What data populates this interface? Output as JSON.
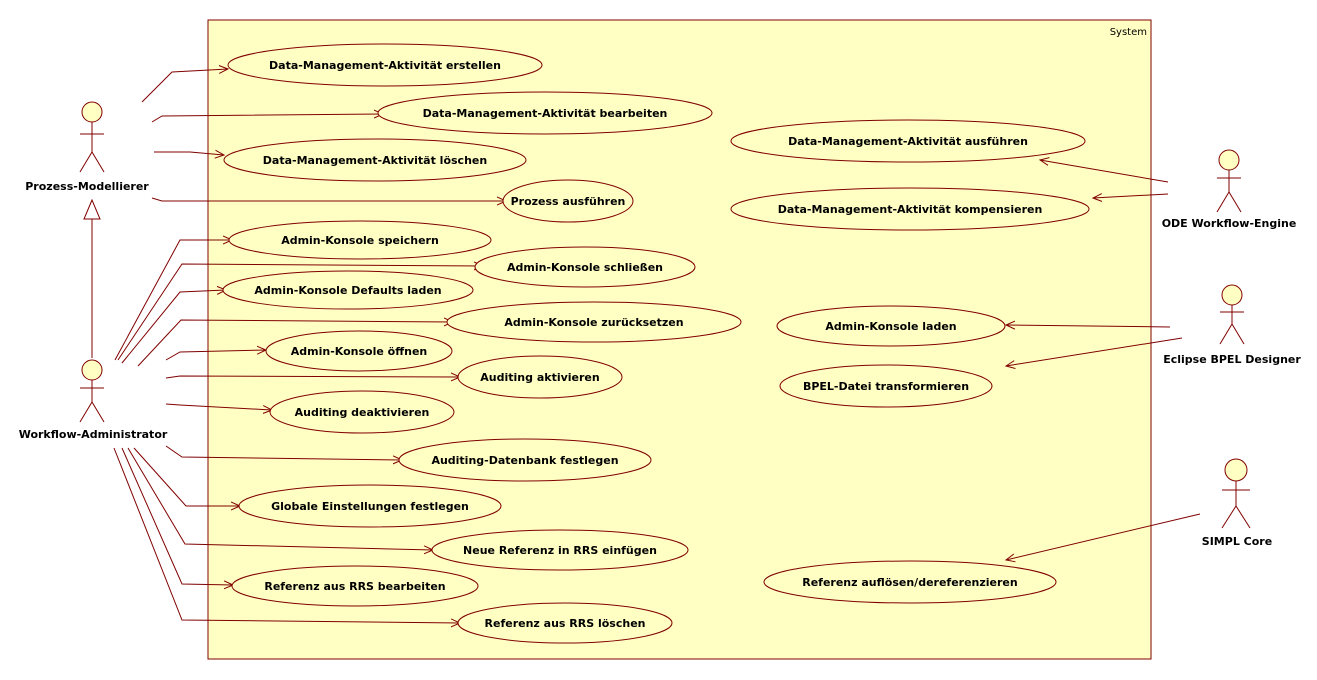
{
  "colors": {
    "boundary_fill": "#ffffc4",
    "stroke": "#800000",
    "actor_head_fill": "#ffffc4",
    "text": "#000000"
  },
  "system": {
    "label": "System"
  },
  "actors": {
    "modeller": {
      "label": "Prozess-Modellierer",
      "icon": "stick-figure-icon"
    },
    "admin": {
      "label": "Workflow-Administrator",
      "icon": "stick-figure-icon"
    },
    "ode": {
      "label": "ODE Workflow-Engine",
      "icon": "stick-figure-icon"
    },
    "eclipse": {
      "label": "Eclipse BPEL Designer",
      "icon": "stick-figure-icon"
    },
    "simpl": {
      "label": "SIMPL Core",
      "icon": "stick-figure-icon"
    }
  },
  "use_cases": {
    "dm_create": "Data-Management-Aktivität erstellen",
    "dm_edit": "Data-Management-Aktivität bearbeiten",
    "dm_delete": "Data-Management-Aktivität löschen",
    "process_run": "Prozess ausführen",
    "ac_save": "Admin-Konsole speichern",
    "ac_close": "Admin-Konsole schließen",
    "ac_defaults": "Admin-Konsole Defaults laden",
    "ac_reset": "Admin-Konsole zurücksetzen",
    "ac_open": "Admin-Konsole öffnen",
    "aud_on": "Auditing aktivieren",
    "aud_off": "Auditing deaktivieren",
    "aud_db": "Auditing-Datenbank festlegen",
    "global_settings": "Globale Einstellungen festlegen",
    "rrs_insert": "Neue Referenz in RRS einfügen",
    "rrs_edit": "Referenz aus RRS bearbeiten",
    "rrs_delete": "Referenz aus RRS löschen",
    "dm_execute": "Data-Management-Aktivität ausführen",
    "dm_compensate": "Data-Management-Aktivität kompensieren",
    "ac_load": "Admin-Konsole laden",
    "bpel_transform": "BPEL-Datei transformieren",
    "ref_resolve": "Referenz auflösen/dereferenzieren"
  }
}
